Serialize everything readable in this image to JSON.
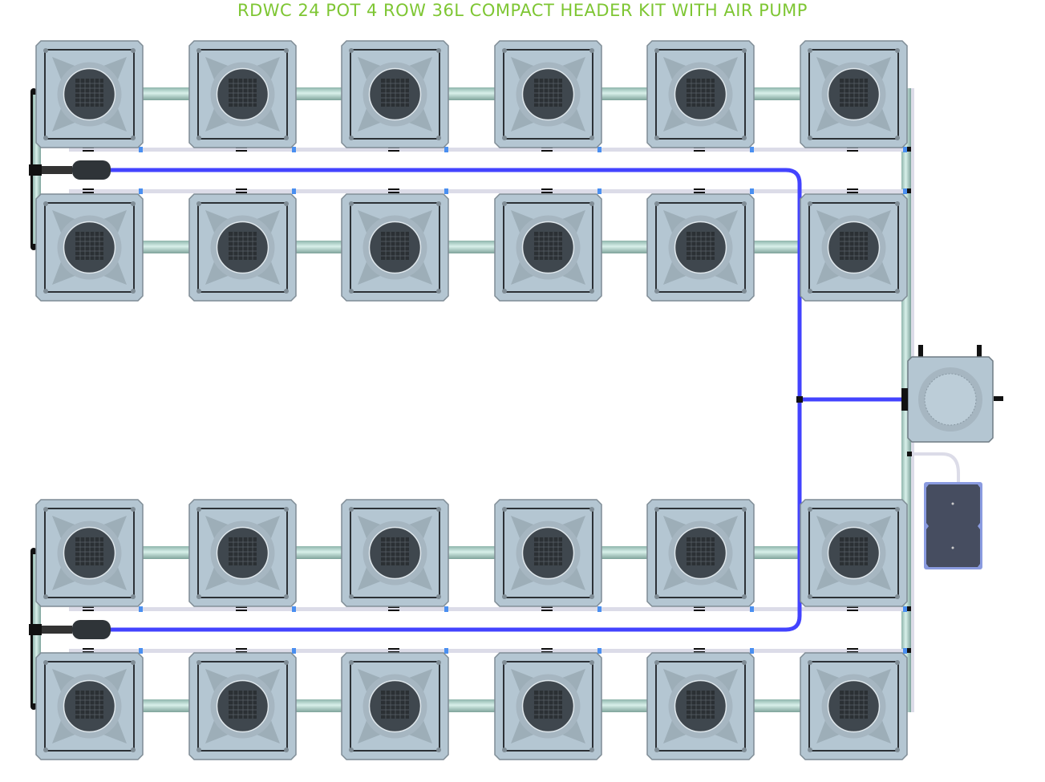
{
  "title": "RDWC 24 POT 4 ROW 36L COMPACT HEADER KIT WITH AIR PUMP",
  "layout": {
    "rows": 4,
    "pots_per_row": 6,
    "pot_count": 24,
    "components": [
      "pot",
      "header-tank",
      "air-pump",
      "water-pump",
      "air-line",
      "pipe"
    ]
  },
  "colors": {
    "title": "#7ec633",
    "air_line": "#4343ff",
    "pot_body": "#b4c6d2",
    "pot_lid": "#3f474e",
    "pipe": "#a9cfc6",
    "drain_line": "#dcdce8",
    "air_pump": "#464d60",
    "air_pump_border": "#8a9be0"
  }
}
